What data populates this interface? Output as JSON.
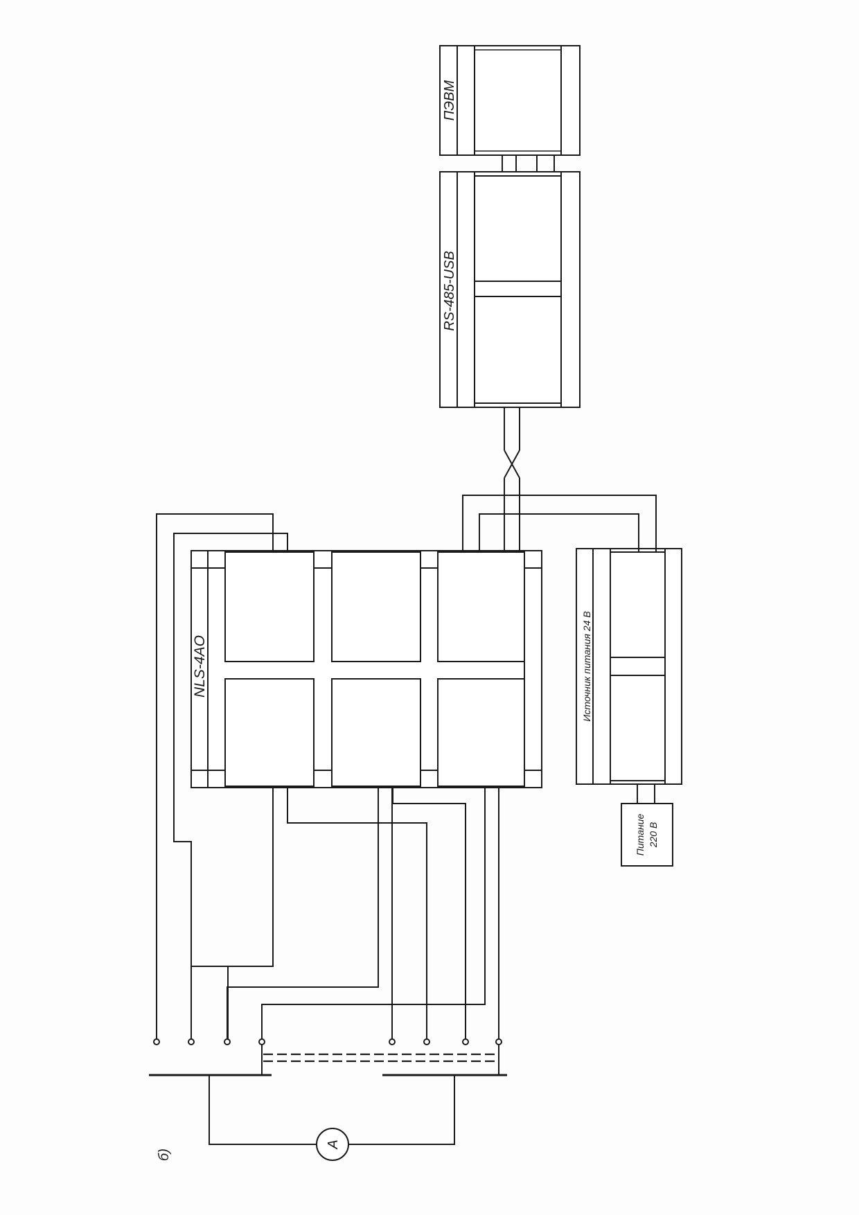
{
  "diagram": {
    "blocks": {
      "pc": "ПЭВМ",
      "converter": "RS-485-USB",
      "module": "NLS-4AO",
      "psu": "Источник питания 24 В",
      "mains_line1": "Питание",
      "mains_line2": "220 В"
    },
    "meter_symbol": "A",
    "figure_label": "б)"
  }
}
